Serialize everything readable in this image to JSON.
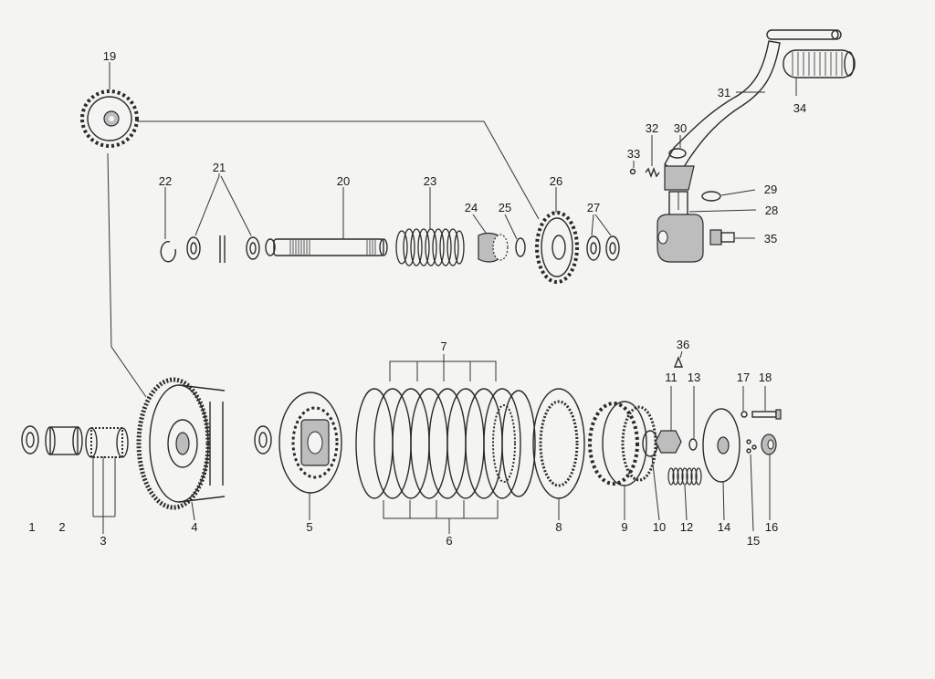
{
  "diagram": {
    "title": "",
    "callouts": [
      "1",
      "2",
      "3",
      "4",
      "5",
      "6",
      "7",
      "8",
      "9",
      "10",
      "11",
      "12",
      "13",
      "14",
      "15",
      "16",
      "17",
      "18",
      "19",
      "20",
      "21",
      "22",
      "23",
      "24",
      "25",
      "26",
      "27",
      "28",
      "29",
      "30",
      "31",
      "32",
      "33",
      "34",
      "35",
      "36"
    ],
    "parts": [
      {
        "id": "washer",
        "callout": "1"
      },
      {
        "id": "bushing",
        "callout": "2"
      },
      {
        "id": "needle-bearing",
        "callout": "3"
      },
      {
        "id": "clutch-basket",
        "callout": "4"
      },
      {
        "id": "inner-hub",
        "callout": "5"
      },
      {
        "id": "steel-plates",
        "callout": "6"
      },
      {
        "id": "friction-plates",
        "callout": "7"
      },
      {
        "id": "pressure-disc",
        "callout": "8"
      },
      {
        "id": "pressure-plate-gear",
        "callout": "9"
      },
      {
        "id": "lock-washer",
        "callout": "10"
      },
      {
        "id": "nut",
        "callout": "11"
      },
      {
        "id": "clutch-springs",
        "callout": "12"
      },
      {
        "id": "small-washer",
        "callout": "13"
      },
      {
        "id": "spring-plate",
        "callout": "14"
      },
      {
        "id": "clip",
        "callout": "15"
      },
      {
        "id": "adjuster-nut",
        "callout": "16"
      },
      {
        "id": "small-nut",
        "callout": "17"
      },
      {
        "id": "bolt",
        "callout": "18"
      },
      {
        "id": "idler-gear",
        "callout": "19"
      },
      {
        "id": "kick-shaft",
        "callout": "20"
      },
      {
        "id": "shims",
        "callout": "21"
      },
      {
        "id": "circlip",
        "callout": "22"
      },
      {
        "id": "return-spring",
        "callout": "23"
      },
      {
        "id": "ratchet",
        "callout": "24"
      },
      {
        "id": "ratchet-washer",
        "callout": "25"
      },
      {
        "id": "kick-gear",
        "callout": "26"
      },
      {
        "id": "thrust-washers",
        "callout": "27"
      },
      {
        "id": "kick-boss",
        "callout": "28"
      },
      {
        "id": "o-ring",
        "callout": "29"
      },
      {
        "id": "spring-clip",
        "callout": "30"
      },
      {
        "id": "kick-lever",
        "callout": "31"
      },
      {
        "id": "detent-spring",
        "callout": "32"
      },
      {
        "id": "detent-ball",
        "callout": "33"
      },
      {
        "id": "rubber-grip",
        "callout": "34"
      },
      {
        "id": "clamp-bolt",
        "callout": "35"
      },
      {
        "id": "lock-tab",
        "callout": "36"
      }
    ]
  }
}
